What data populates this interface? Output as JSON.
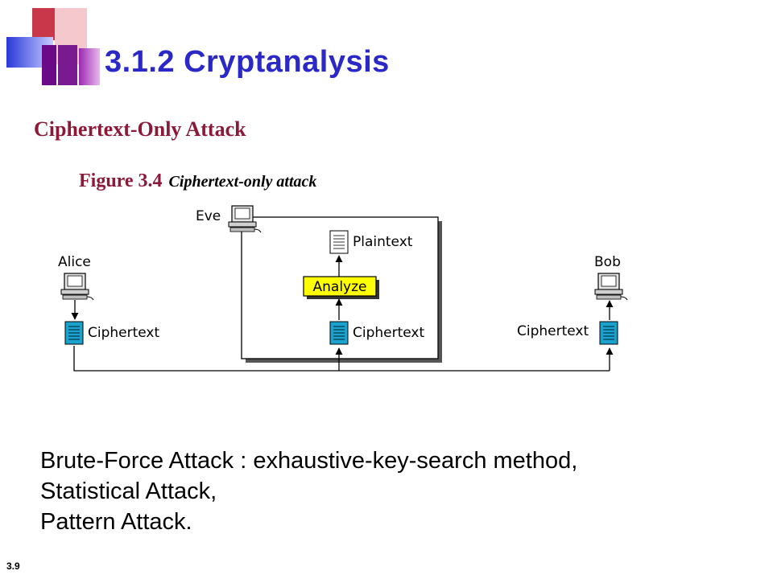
{
  "slide": {
    "title": "3.1.2  Cryptanalysis",
    "subtitle": "Ciphertext-Only Attack",
    "figure_number": "Figure 3.4",
    "figure_caption": "Ciphertext-only attack",
    "slide_number": "3.9"
  },
  "diagram": {
    "eve_label": "Eve",
    "alice_label": "Alice",
    "bob_label": "Bob",
    "plaintext_label": "Plaintext",
    "analyze_label": "Analyze",
    "alice_ciphertext_label": "Ciphertext",
    "eve_ciphertext_label": "Ciphertext",
    "bob_ciphertext_label": "Ciphertext"
  },
  "attacks": [
    "Brute-Force Attack : exhaustive-key-search method,",
    "Statistical Attack,",
    "Pattern Attack."
  ],
  "colors": {
    "title": "#2b28c8",
    "subtitle": "#8b1a38",
    "analyze_box": "#ffff00",
    "document_fill": "#1aa3cf"
  }
}
